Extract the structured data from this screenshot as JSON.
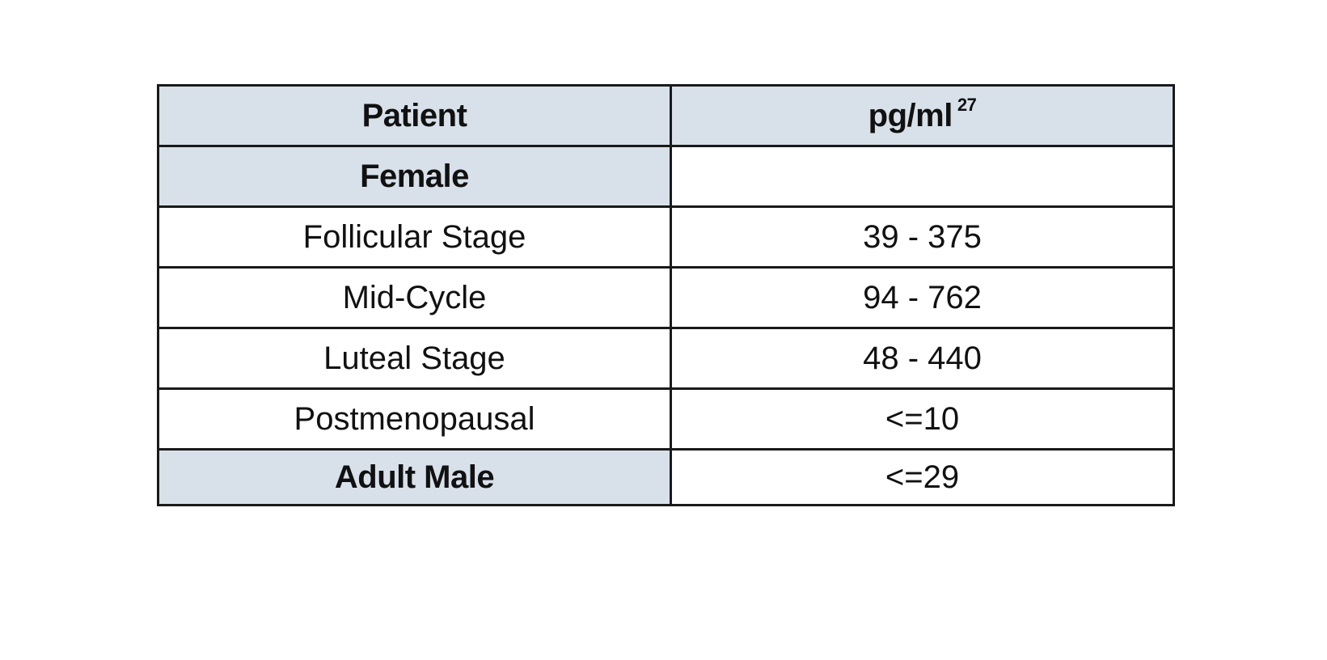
{
  "table": {
    "header": {
      "patient_label": "Patient",
      "unit_label": "pg/ml",
      "unit_ref": "27"
    },
    "sections": {
      "female_label": "Female",
      "female_value": ""
    },
    "rows": [
      {
        "patient": "Follicular Stage",
        "value": "39 - 375"
      },
      {
        "patient": "Mid-Cycle",
        "value": "94 - 762"
      },
      {
        "patient": "Luteal Stage",
        "value": "48 - 440"
      },
      {
        "patient": "Postmenopausal",
        "value": "<=10"
      }
    ],
    "male": {
      "patient": "Adult Male",
      "value": "<=29"
    }
  },
  "colors": {
    "header_fill": "#d8e1ea",
    "border": "#1a1a1a"
  }
}
